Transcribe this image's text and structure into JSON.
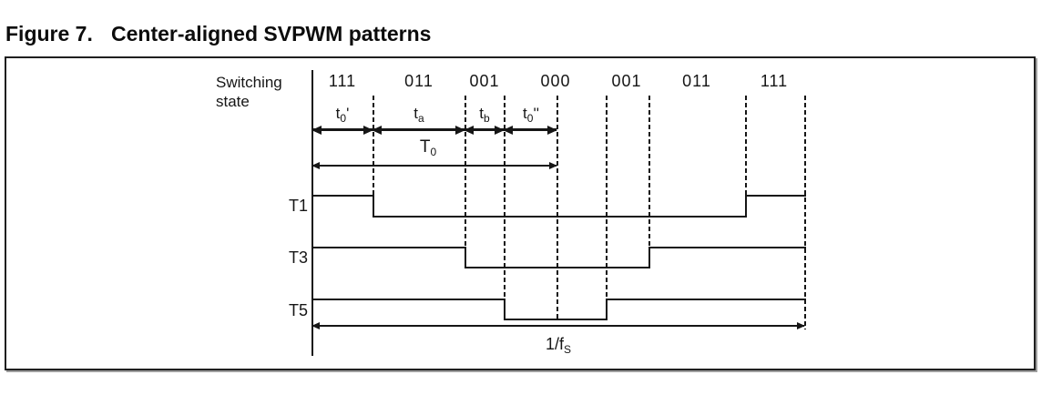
{
  "figure": {
    "label": "Figure 7.",
    "title": "Center-aligned SVPWM patterns"
  },
  "diagram": {
    "switching_label": {
      "line1": "Switching",
      "line2": "state"
    },
    "states": [
      "111",
      "011",
      "001",
      "000",
      "001",
      "011",
      "111"
    ],
    "intervals": [
      {
        "base": "t",
        "sub": "0",
        "mark": "'"
      },
      {
        "base": "t",
        "sub": "a",
        "mark": ""
      },
      {
        "base": "t",
        "sub": "b",
        "mark": ""
      },
      {
        "base": "t",
        "sub": "0",
        "mark": "''"
      }
    ],
    "half_period": {
      "base": "T",
      "sub": "0"
    },
    "period": {
      "base": "1/f",
      "sub": "S"
    },
    "signals": [
      {
        "name": "T1",
        "levels_by_state": [
          1,
          0,
          0,
          0,
          0,
          0,
          1
        ]
      },
      {
        "name": "T3",
        "levels_by_state": [
          1,
          1,
          0,
          0,
          0,
          1,
          1
        ]
      },
      {
        "name": "T5",
        "levels_by_state": [
          1,
          1,
          1,
          0,
          1,
          1,
          1
        ]
      }
    ],
    "colors": {
      "ink": "#161616",
      "background": "#ffffff"
    }
  }
}
